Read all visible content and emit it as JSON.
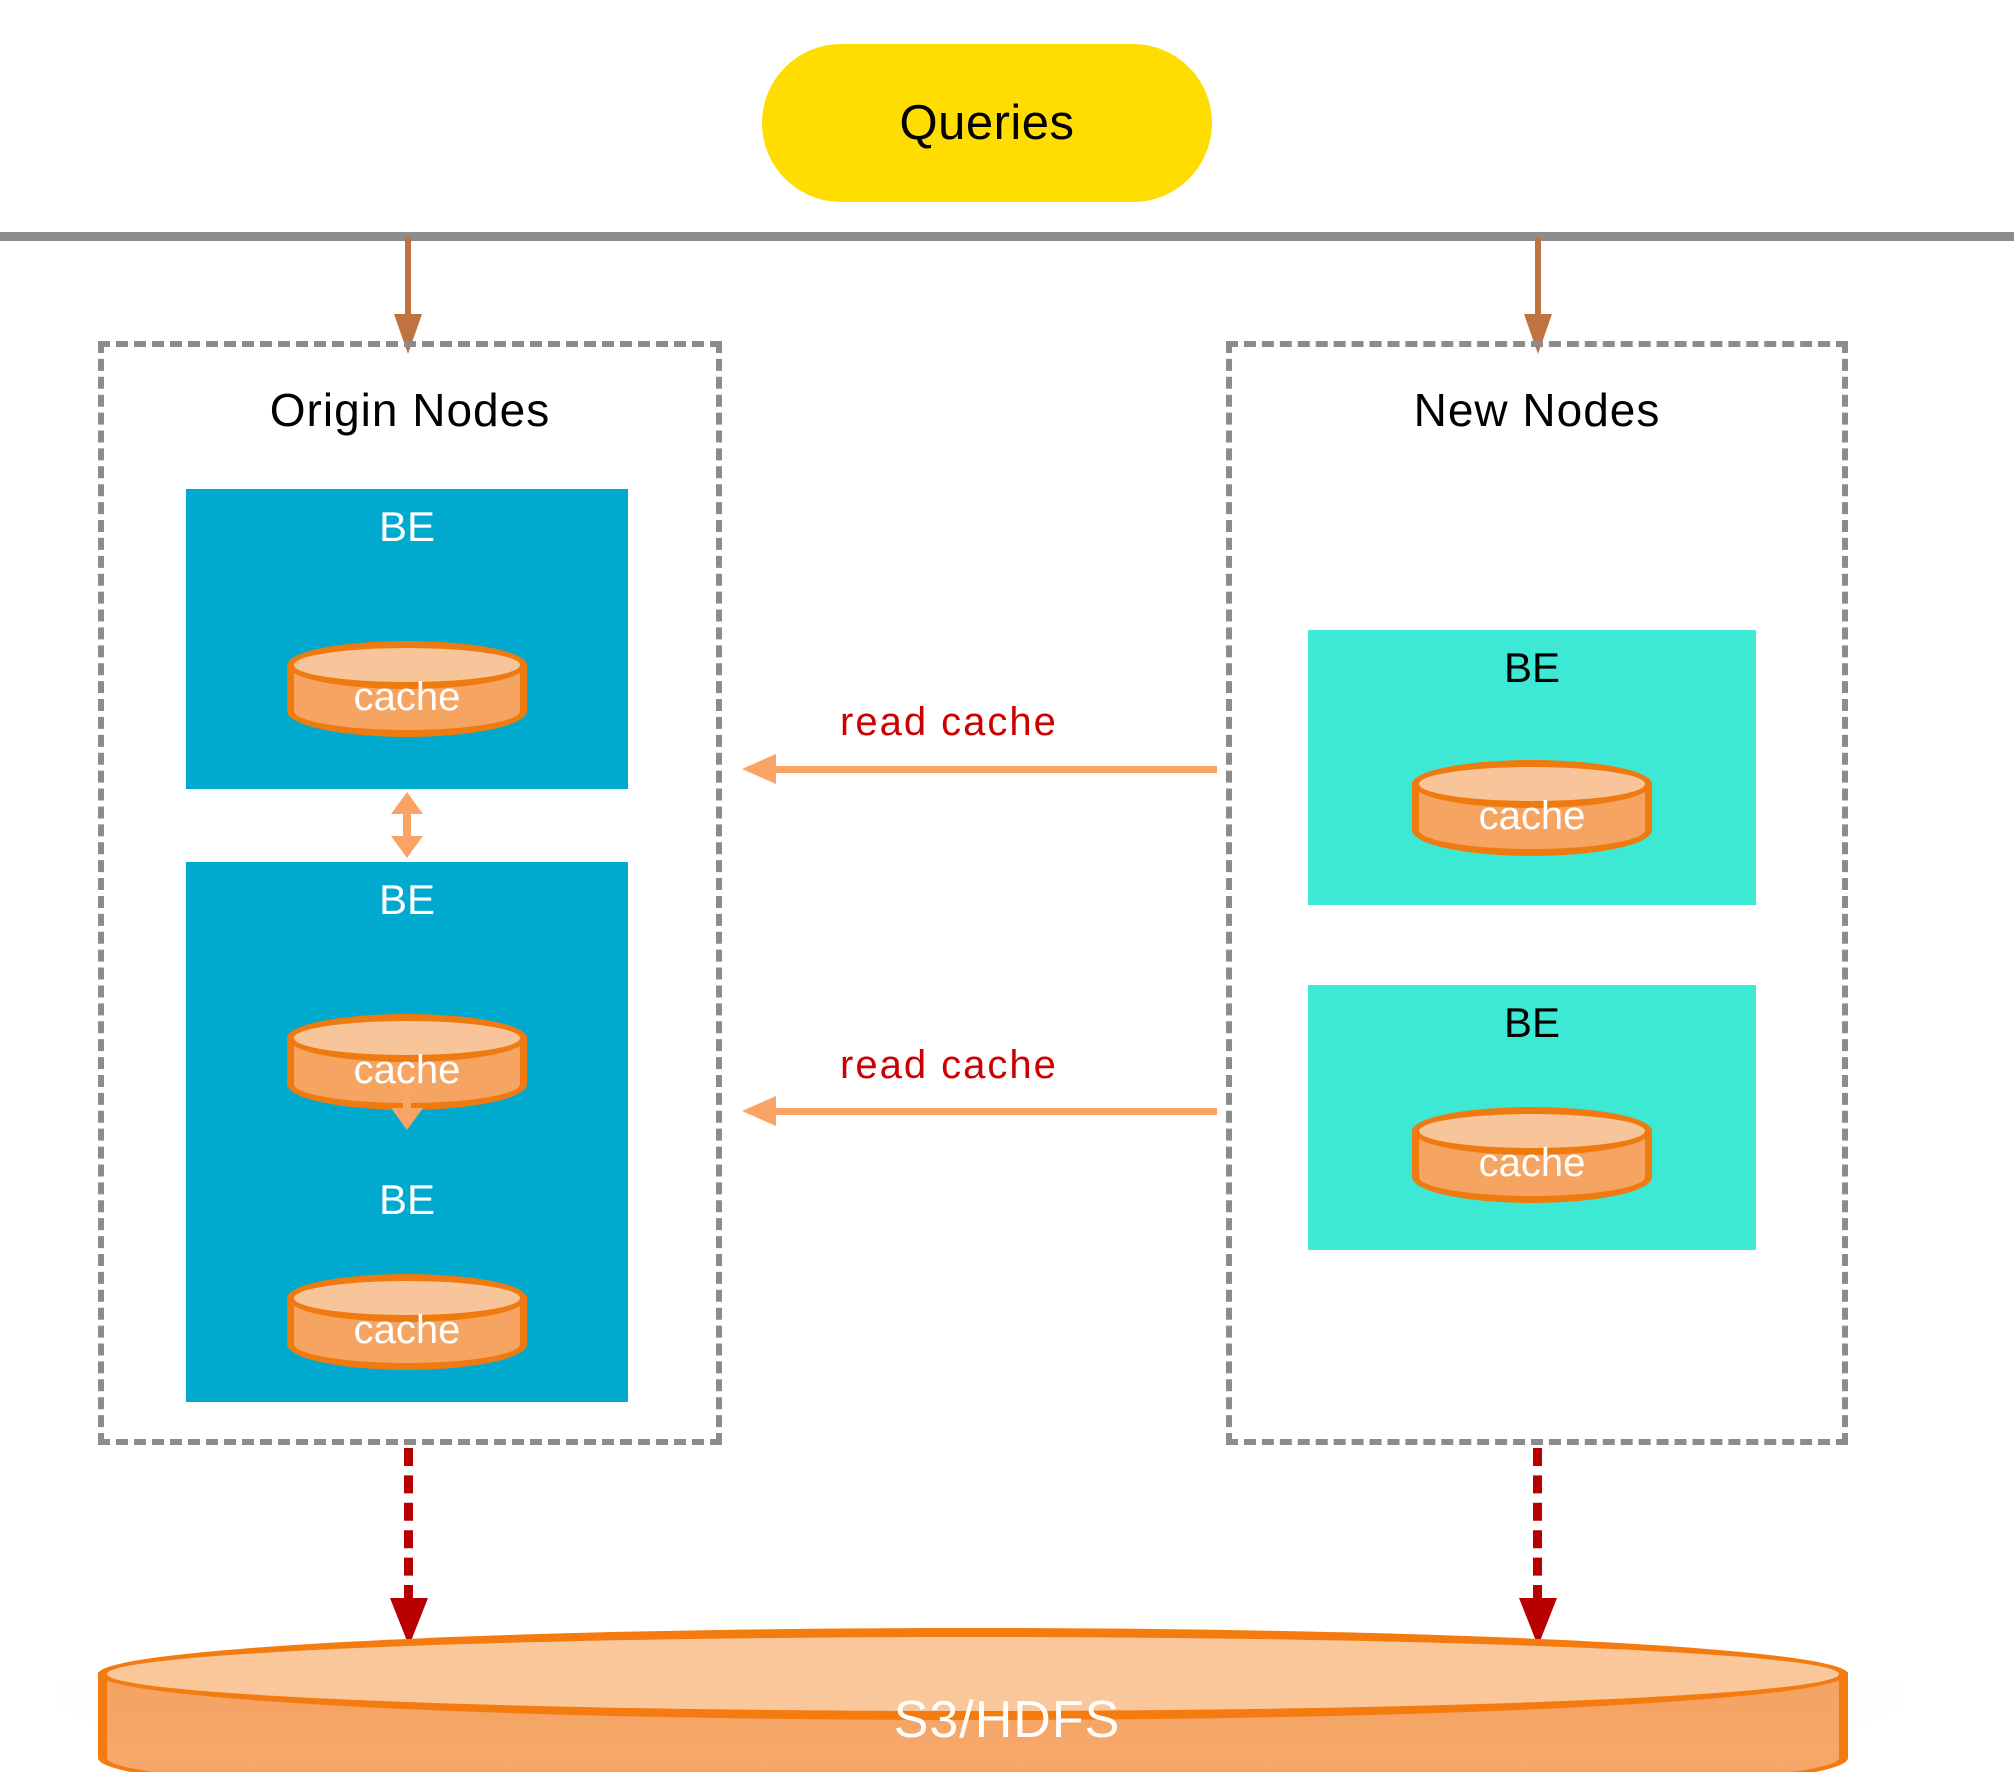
{
  "diagram": {
    "title": "Cache architecture: Origin Nodes and New Nodes over S3/HDFS",
    "colors": {
      "queries_pill": "#FFDD00",
      "origin_be": "#00A9CE",
      "new_be": "#3DE8D5",
      "cache_body": "#F5A461",
      "cache_border": "#EF7A10",
      "cache_top": "#F8C49A",
      "group_border": "#8C8C8C",
      "feed_arrow": "#BE7340",
      "sync_arrow": "#F9A465",
      "read_arrow": "#F9A465",
      "read_label": "#CC0000",
      "persist_arrow": "#B80000",
      "storage_body": "#F4A261",
      "storage_border": "#F47B10",
      "top_rule": "#8C8C8C"
    }
  },
  "queries": {
    "label": "Queries"
  },
  "groups": [
    {
      "key": "origin",
      "title": "Origin Nodes",
      "nodes": [
        {
          "label": "BE",
          "cache_label": "cache"
        },
        {
          "label": "BE",
          "cache_label": "cache"
        },
        {
          "label": "BE",
          "cache_label": "cache"
        }
      ]
    },
    {
      "key": "new",
      "title": "New Nodes",
      "nodes": [
        {
          "label": "BE",
          "cache_label": "cache"
        },
        {
          "label": "BE",
          "cache_label": "cache"
        }
      ]
    }
  ],
  "read_arrows": [
    {
      "label": "read cache"
    },
    {
      "label": "read cache"
    }
  ],
  "storage": {
    "label": "S3/HDFS"
  }
}
